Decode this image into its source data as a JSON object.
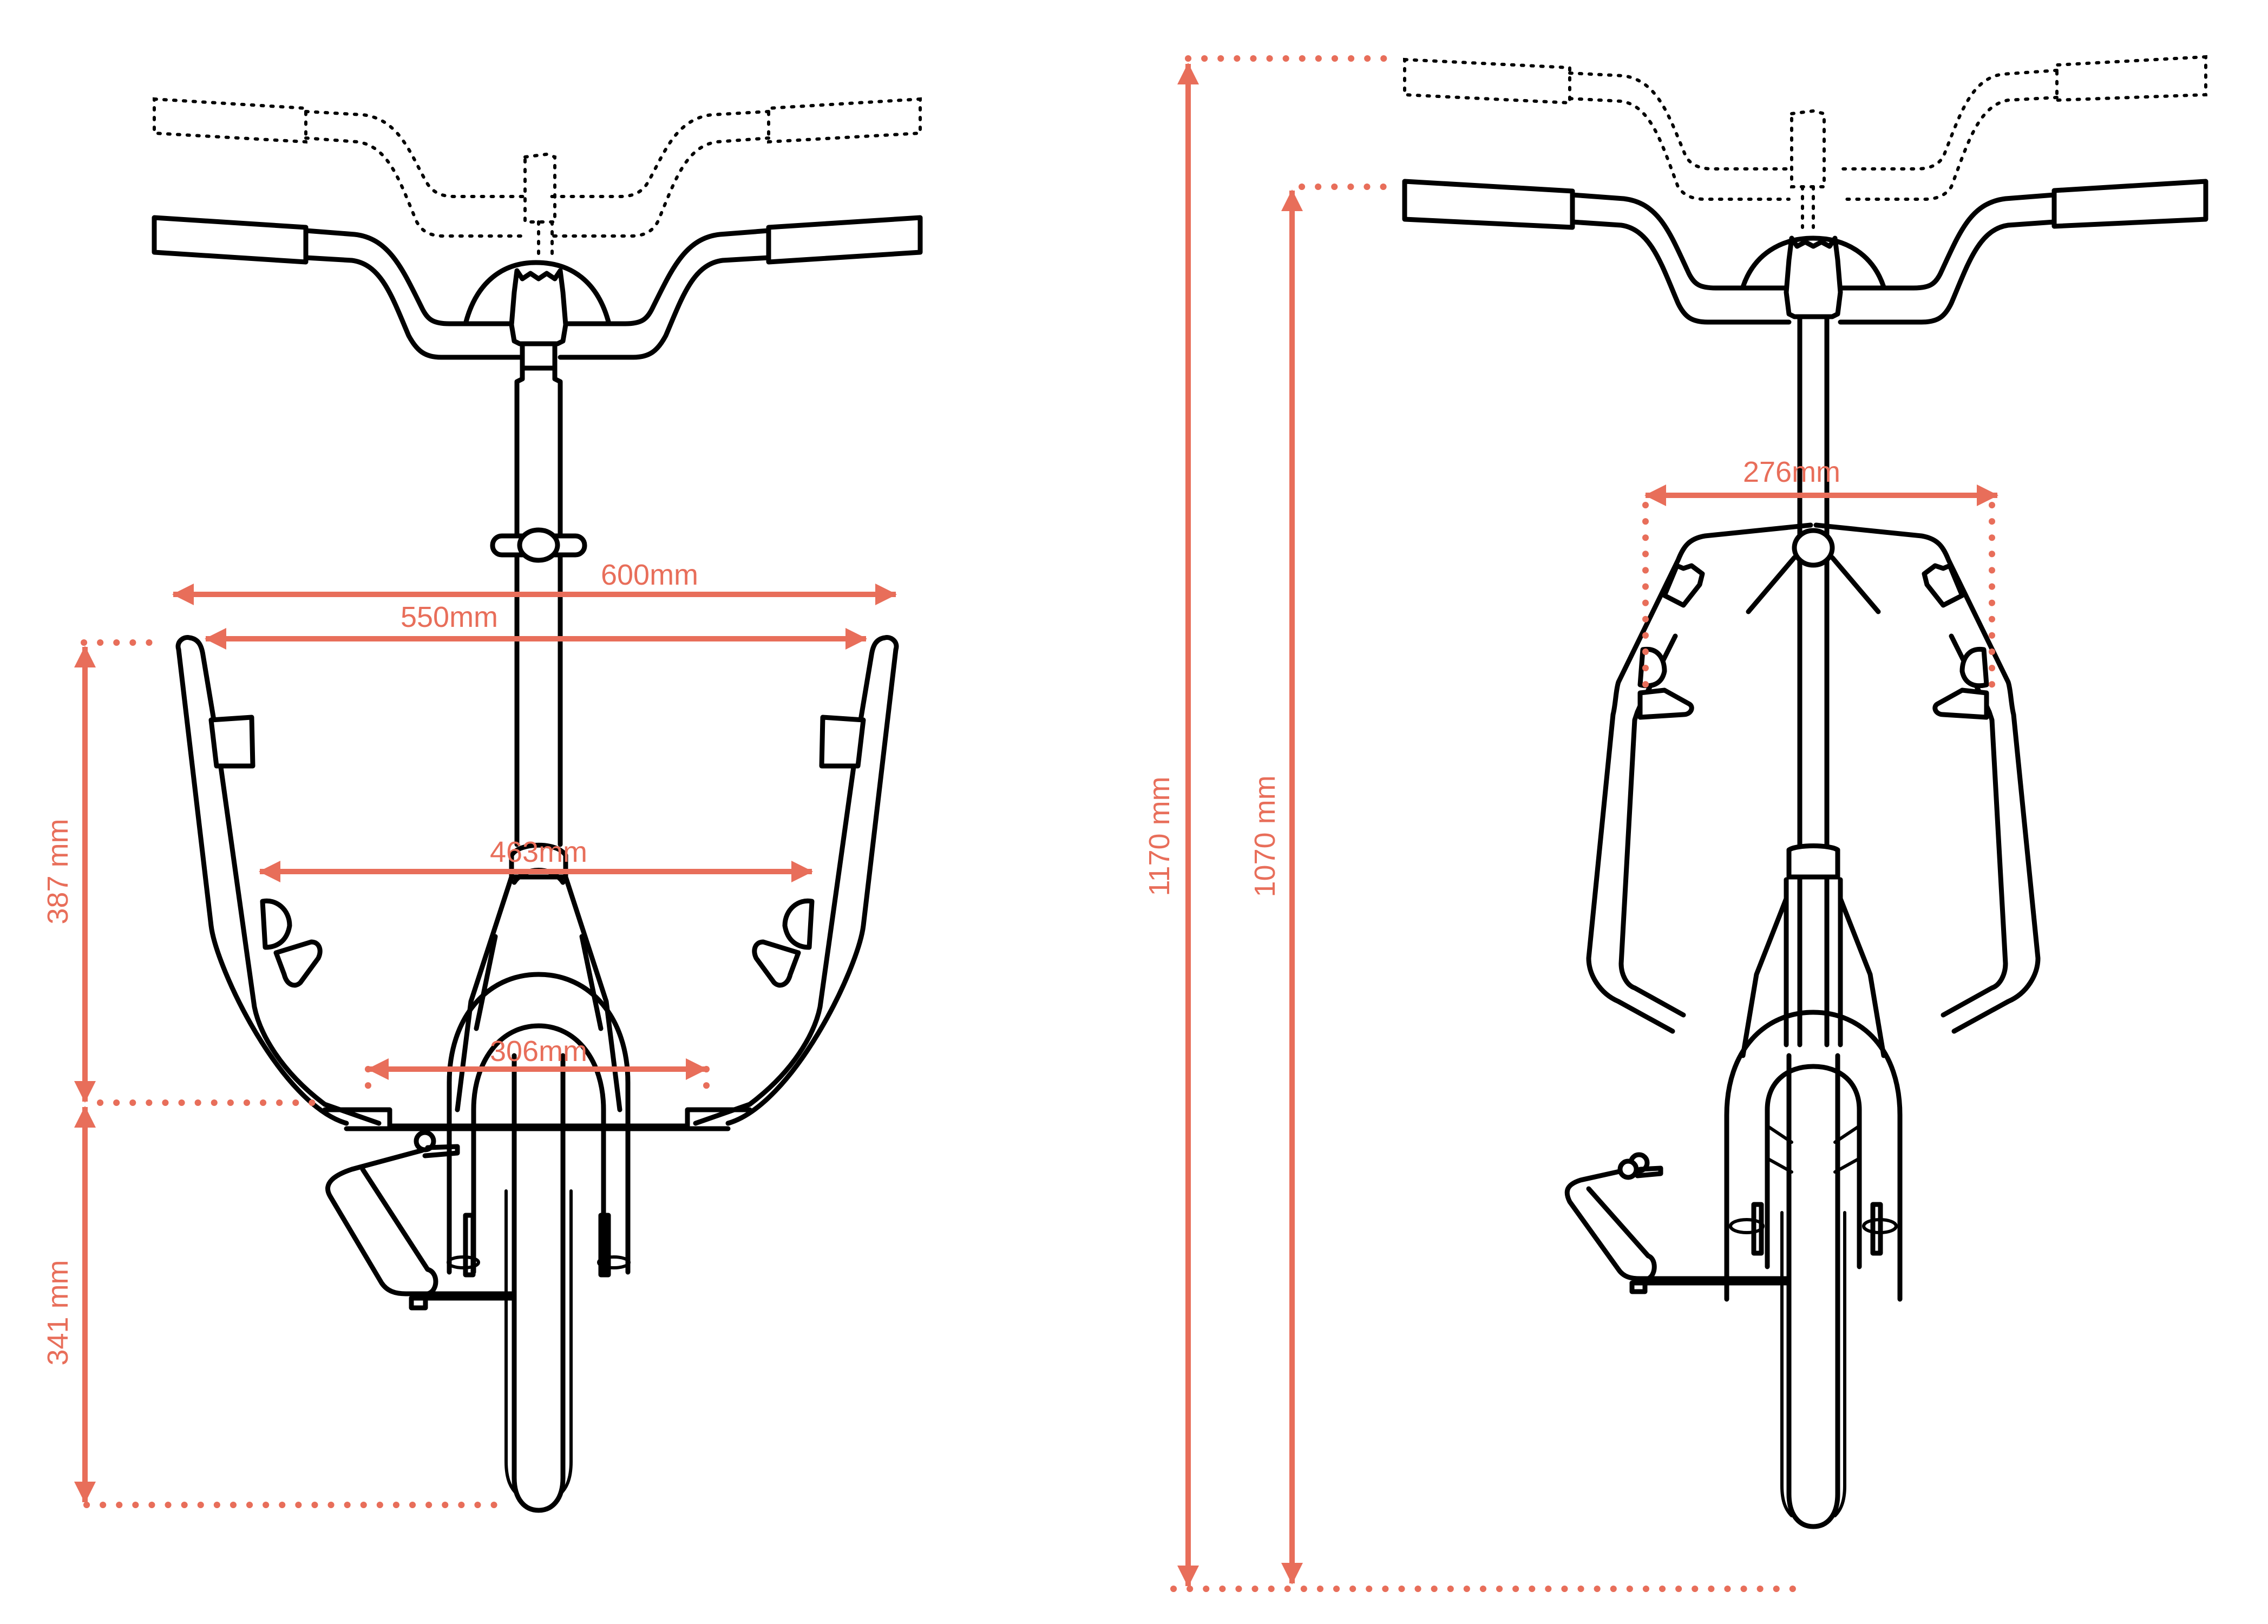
{
  "figure": {
    "accent_color": "#e86e5a",
    "line_color": "#000000",
    "background": "#ffffff"
  },
  "views": [
    {
      "id": "unfolded",
      "description": "Front view, riding position with handlebar height shown dashed at extended position",
      "dimensions": {
        "handlebar_width": {
          "label": "600mm",
          "value": 600,
          "unit": "mm",
          "orientation": "horizontal"
        },
        "arm_span": {
          "label": "550mm",
          "value": 550,
          "unit": "mm",
          "orientation": "horizontal"
        },
        "inner_arm_width": {
          "label": "463mm",
          "value": 463,
          "unit": "mm",
          "orientation": "horizontal"
        },
        "platform_width": {
          "label": "306mm",
          "value": 306,
          "unit": "mm",
          "orientation": "horizontal"
        },
        "arm_height": {
          "label": "387 mm",
          "value": 387,
          "unit": "mm",
          "orientation": "vertical"
        },
        "platform_height": {
          "label": "341 mm",
          "value": 341,
          "unit": "mm",
          "orientation": "vertical"
        }
      }
    },
    {
      "id": "folded",
      "description": "Front view, folded position with handlebar height range",
      "dimensions": {
        "folded_width": {
          "label": "276mm",
          "value": 276,
          "unit": "mm",
          "orientation": "horizontal"
        },
        "max_height": {
          "label": "1170 mm",
          "value": 1170,
          "unit": "mm",
          "orientation": "vertical"
        },
        "min_height": {
          "label": "1070 mm",
          "value": 1070,
          "unit": "mm",
          "orientation": "vertical"
        }
      }
    }
  ]
}
